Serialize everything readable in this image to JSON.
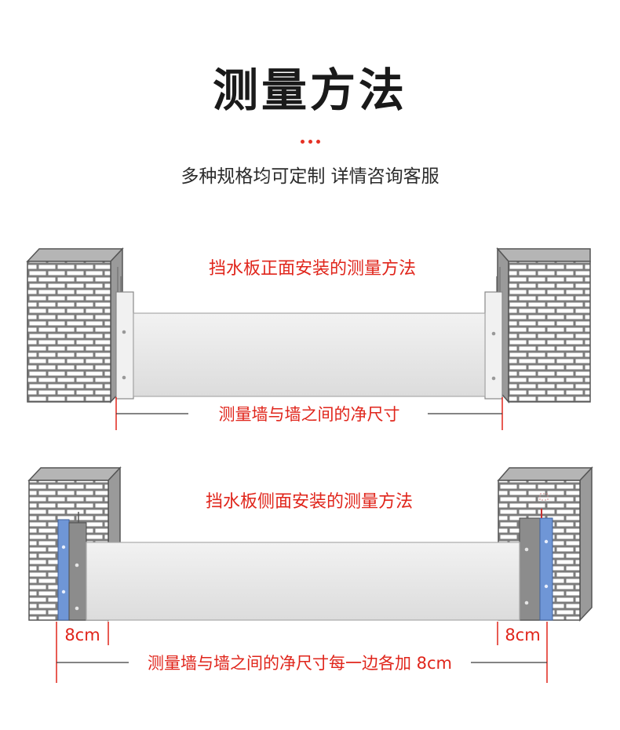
{
  "header": {
    "title": "测量方法",
    "subtitle": "多种规格均可定制 详情咨询客服"
  },
  "front_install": {
    "caption": "挡水板正面安装的测量方法",
    "measure_label": "测量墙与墙之间的净尺寸"
  },
  "side_install": {
    "caption": "挡水板侧面安装的测量方法",
    "left_offset": "8cm",
    "right_offset": "8cm",
    "measure_label": "测量墙与墙之间的净尺寸每一边各加 8cm"
  },
  "colors": {
    "accent_red": "#e0251b",
    "brick_gray": "#8a8a8a",
    "panel_gray": "#e4e4e4",
    "bracket_blue": "#6f96d6"
  }
}
